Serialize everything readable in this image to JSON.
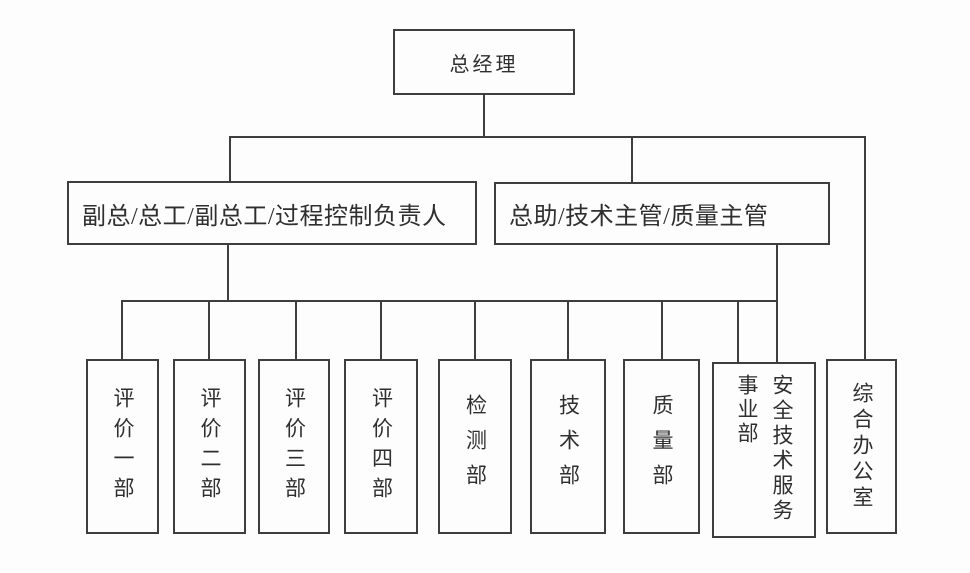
{
  "theme": {
    "line": "#3e3e3e",
    "ink": "#2f2f2f",
    "paper": "#fdfdfd",
    "boxfill": "#fdfdfd"
  },
  "org": {
    "root": {
      "label": "总经理"
    },
    "level2": [
      {
        "label": "副总/总工/副总工/过程控制负责人"
      },
      {
        "label": "总助/技术主管/质量主管"
      }
    ],
    "departments": [
      {
        "label": "评价一部"
      },
      {
        "label": "评价二部"
      },
      {
        "label": "评价三部"
      },
      {
        "label": "评价四部"
      },
      {
        "label": "检测部"
      },
      {
        "label": "技术部"
      },
      {
        "label": "质量部"
      },
      {
        "label": "安全技术服务事业部",
        "lines": [
          "安全技术服务",
          "事业部"
        ]
      },
      {
        "label": "综合办公室"
      }
    ]
  }
}
